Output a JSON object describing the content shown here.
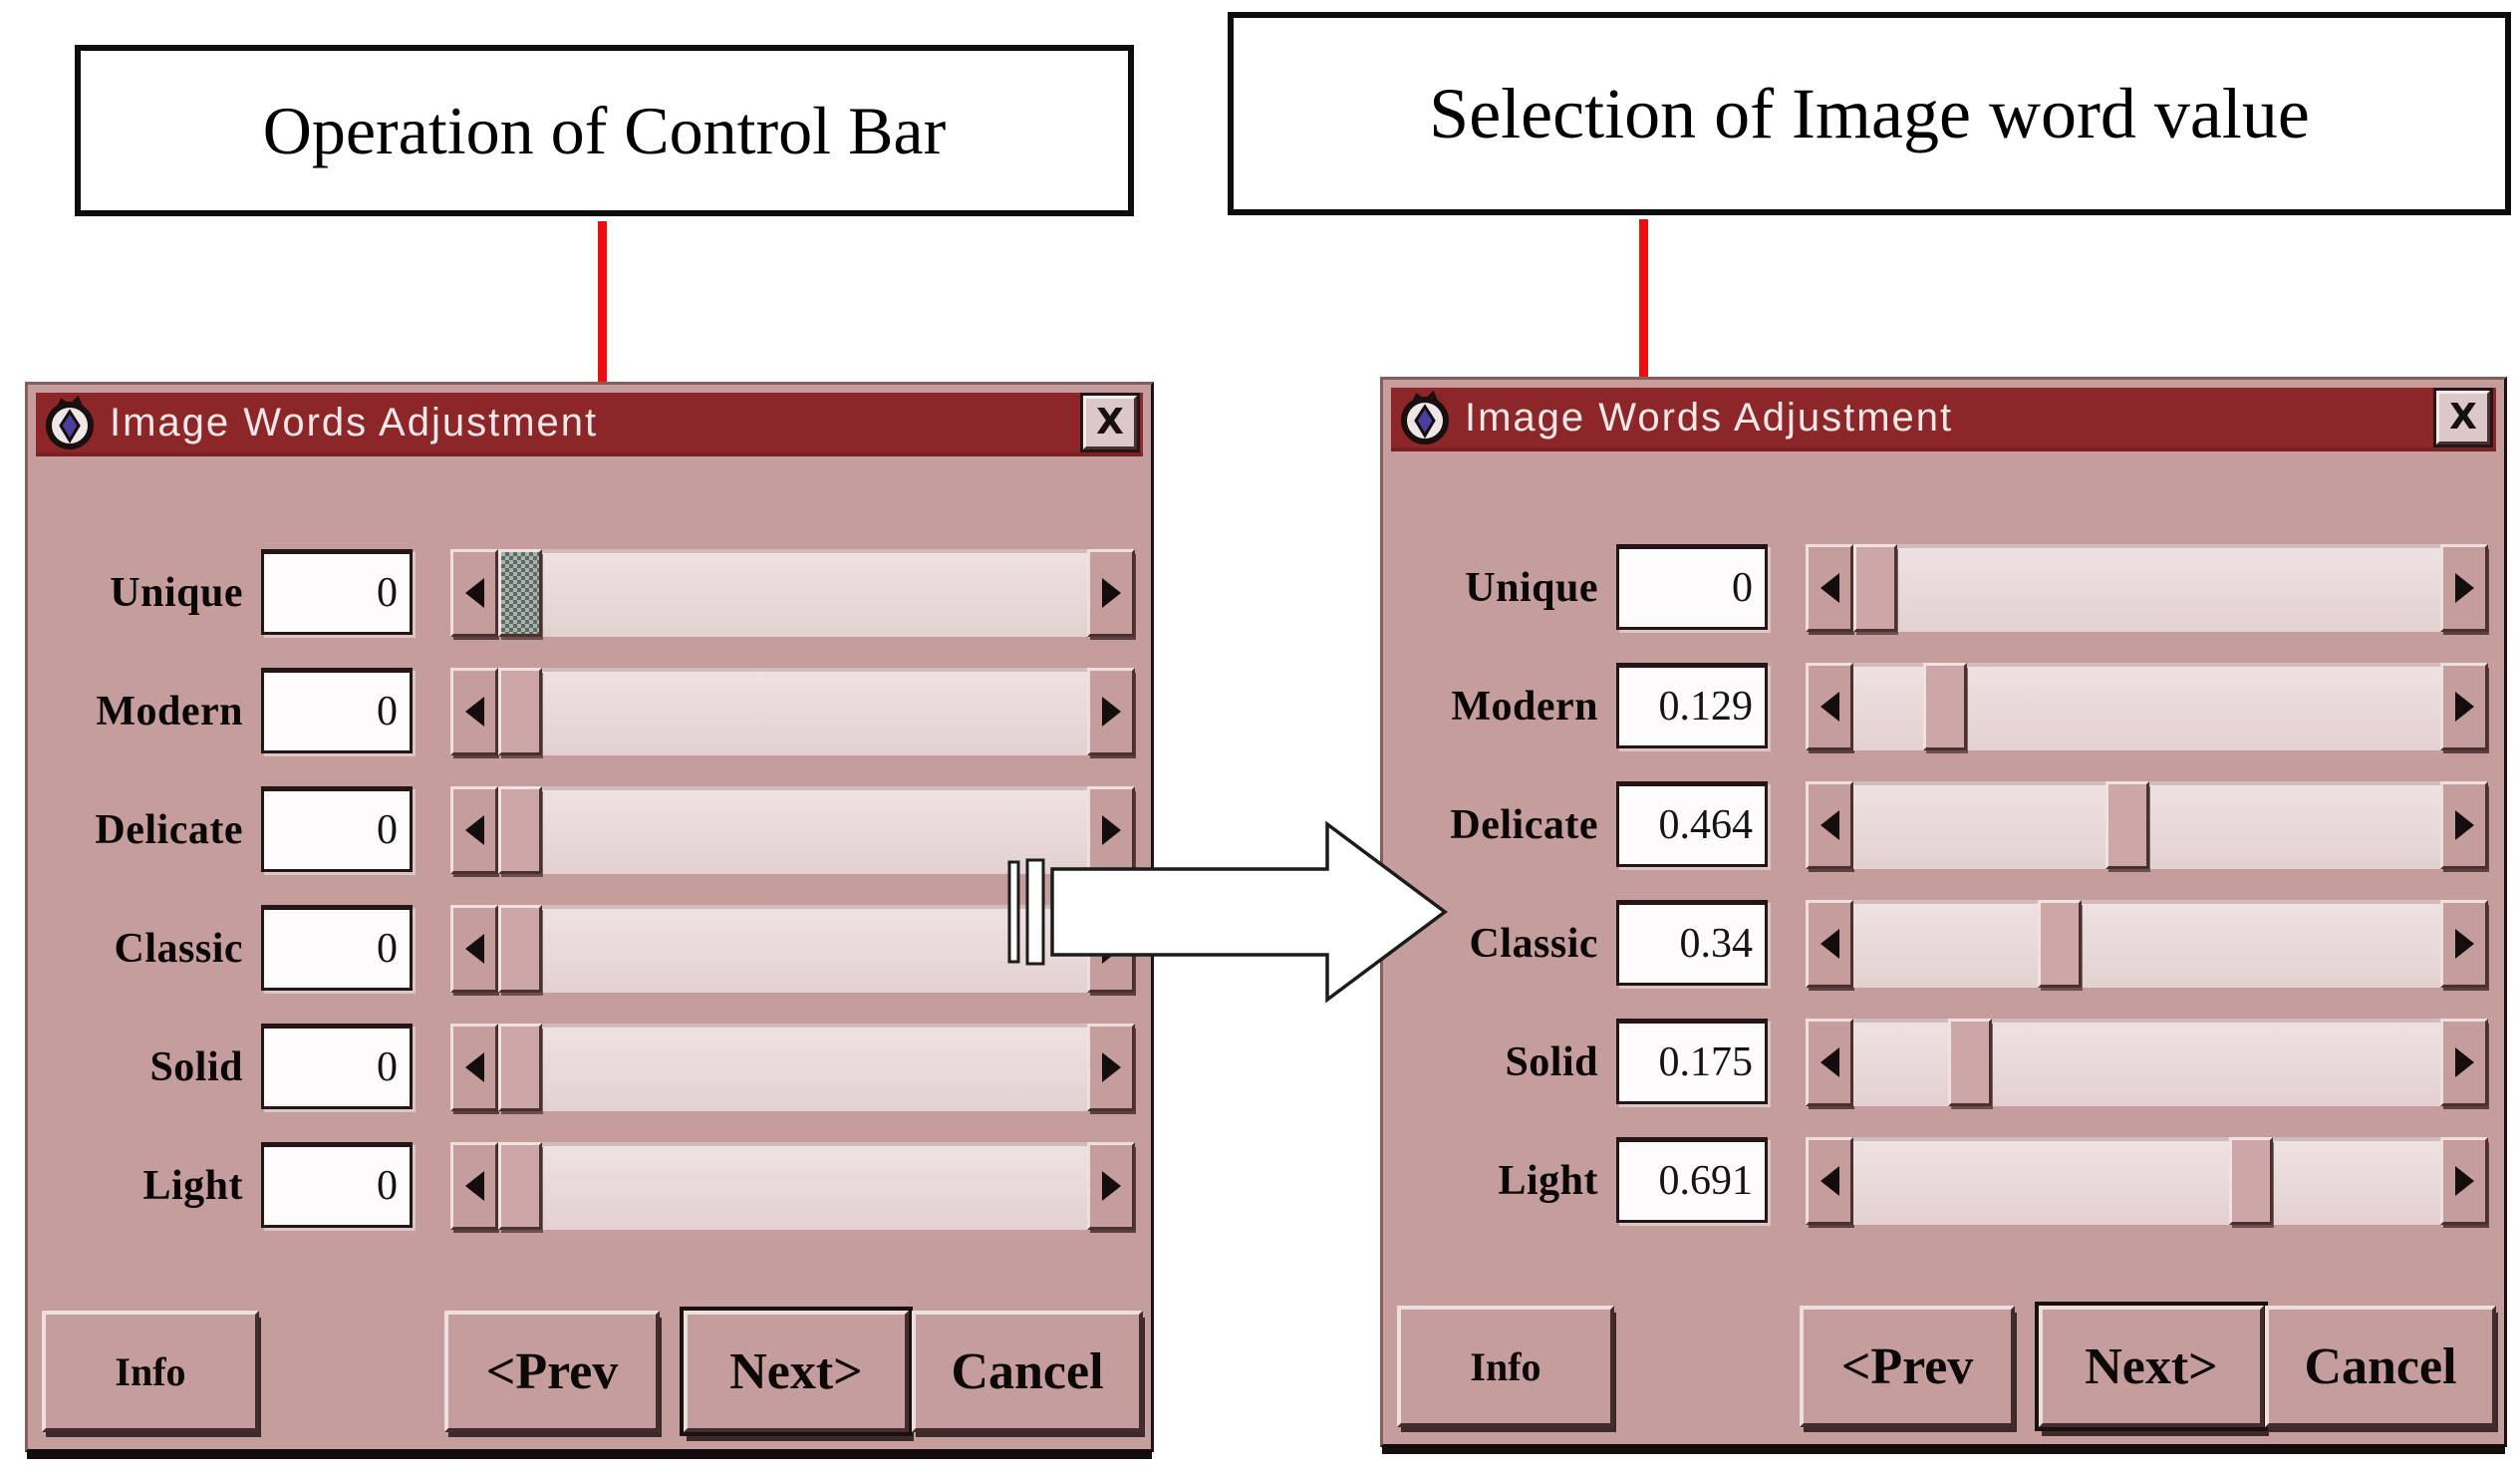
{
  "annotations": {
    "left_box": "Operation of Control Bar",
    "right_box": "Selection of Image word value"
  },
  "window_title": "Image Words Adjustment",
  "close_label": "X",
  "buttons": {
    "info": "Info",
    "prev": "<Prev",
    "next": "Next>",
    "cancel": "Cancel"
  },
  "left_dialog": {
    "rows": [
      {
        "label": "Unique",
        "value": "0",
        "pos": 0
      },
      {
        "label": "Modern",
        "value": "0",
        "pos": 0
      },
      {
        "label": "Delicate",
        "value": "0",
        "pos": 0
      },
      {
        "label": "Classic",
        "value": "0",
        "pos": 0
      },
      {
        "label": "Solid",
        "value": "0",
        "pos": 0
      },
      {
        "label": "Light",
        "value": "0",
        "pos": 0
      }
    ]
  },
  "right_dialog": {
    "rows": [
      {
        "label": "Unique",
        "value": "0",
        "pos": 0
      },
      {
        "label": "Modern",
        "value": "0.129",
        "pos": 0.129
      },
      {
        "label": "Delicate",
        "value": "0.464",
        "pos": 0.464
      },
      {
        "label": "Classic",
        "value": "0.34",
        "pos": 0.34
      },
      {
        "label": "Solid",
        "value": "0.175",
        "pos": 0.175
      },
      {
        "label": "Light",
        "value": "0.691",
        "pos": 0.691
      }
    ]
  },
  "colors": {
    "title_bar": "#8c2628",
    "dialog_bg": "#c69d9d",
    "scroll_track": "#e7d6d6",
    "annotation_arrow": "#ed0f0f"
  }
}
